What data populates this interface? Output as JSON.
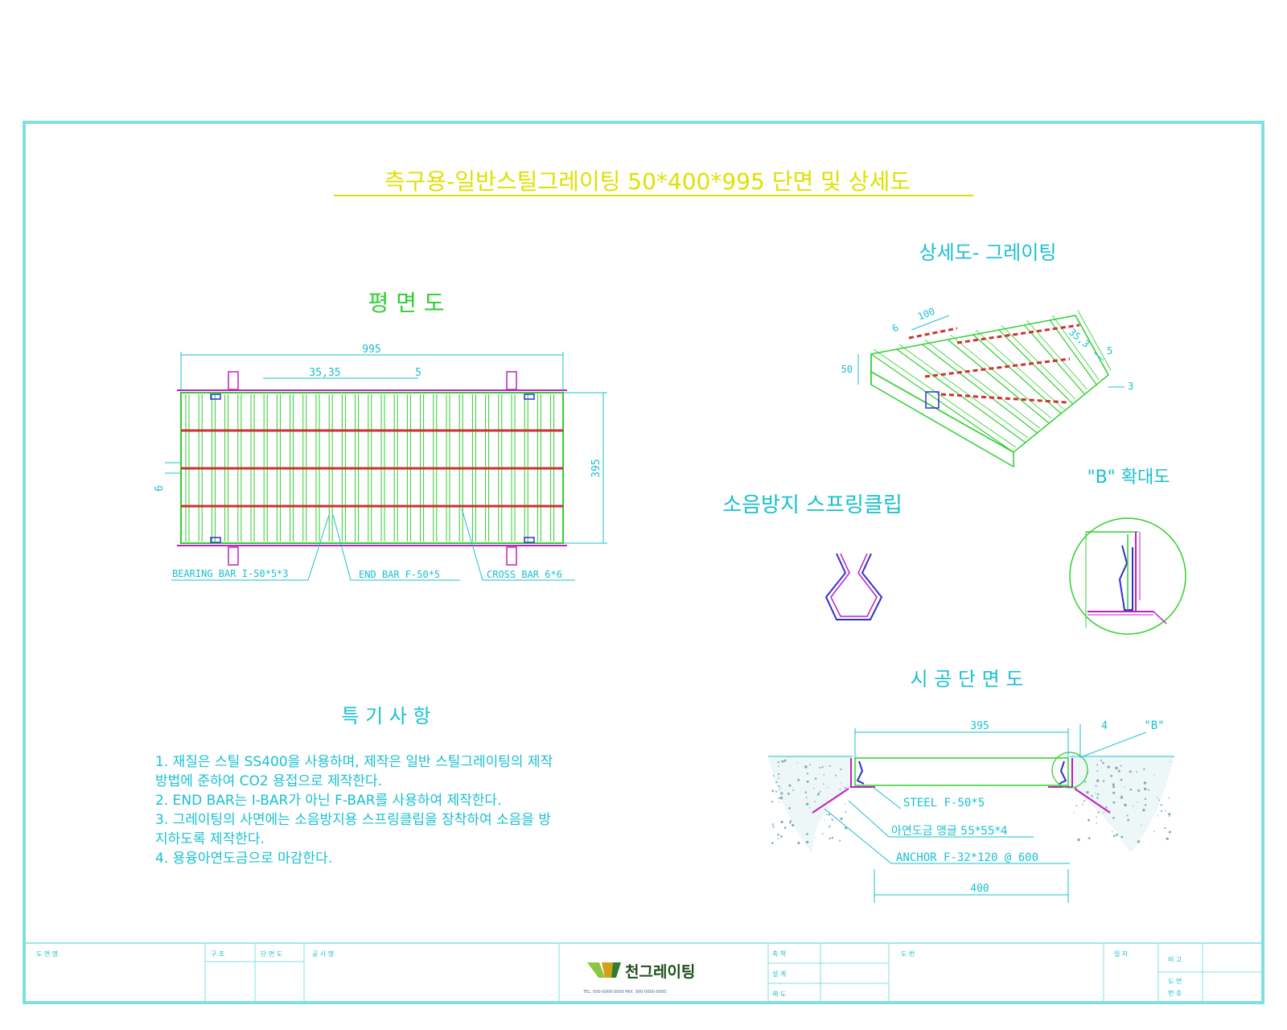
{
  "title": "측구용-일반스틸그레이팅 50*400*995 단면 및 상세도",
  "plan": {
    "heading": "평 면 도",
    "dim_length": "995",
    "dim_pitch": "35,35",
    "dim_bar_thickness": "5",
    "dim_width": "395",
    "dim_cross_thickness": "6",
    "label_bearing": "BEARING BAR I-50*5*3",
    "label_end": "END BAR F-50*5",
    "label_cross": "CROSS BAR 6*6"
  },
  "detail": {
    "heading": "상세도- 그레이팅",
    "dim_6": "6",
    "dim_100": "100",
    "dim_353": "35,3",
    "dim_5": "5",
    "dim_3": "3",
    "dim_50": "50"
  },
  "clip": {
    "heading": "소음방지 스프링클립"
  },
  "enlarge": {
    "heading": "\"B\" 확대도"
  },
  "section": {
    "heading": "시 공 단 면 도",
    "dim_395": "395",
    "dim_4": "4",
    "callout_b": "\"B\"",
    "label_steel": "STEEL  F-50*5",
    "label_angle": "아연도금 앵글 55*55*4",
    "label_anchor": "ANCHOR F-32*120 @ 600",
    "dim_400": "400"
  },
  "notes": {
    "heading": "특 기 사 항",
    "lines": [
      "1.  재질은 스틸 SS400을 사용하며, 제작은 일반 스틸그레이팅의 제작",
      "방법에 준하여 CO2 용접으로 제작한다.",
      "2. END BAR는 I-BAR가 아닌 F-BAR를 사용하여 제작한다.",
      "3. 그레이팅의 사면에는 소음방지용 스프링클립을 장착하여 소음을 방",
      "지하도록 제작한다.",
      "4. 용융아연도금으로 마감한다."
    ]
  },
  "title_block": {
    "c1": "도 면 명",
    "c2": "구 조",
    "c3": "단 면 도",
    "c4": "공 사 명",
    "c5": "축 척",
    "c6": "설 계",
    "c7": "제 도",
    "c8": "도 번",
    "c9": "일 자",
    "c10": "비 고",
    "c11": "도 면",
    "c12": "번 호",
    "company": "천그레이팅",
    "company_line": "TEL. 000-0000-0000  FAX. 000-0000-0000"
  },
  "colors": {
    "frame": "#7fe0e0",
    "cyan": "#19c0d0",
    "green": "#2fd02f",
    "yellow": "#e0e000",
    "red": "#d03030",
    "magenta": "#c020c0",
    "blue": "#3030d0"
  }
}
